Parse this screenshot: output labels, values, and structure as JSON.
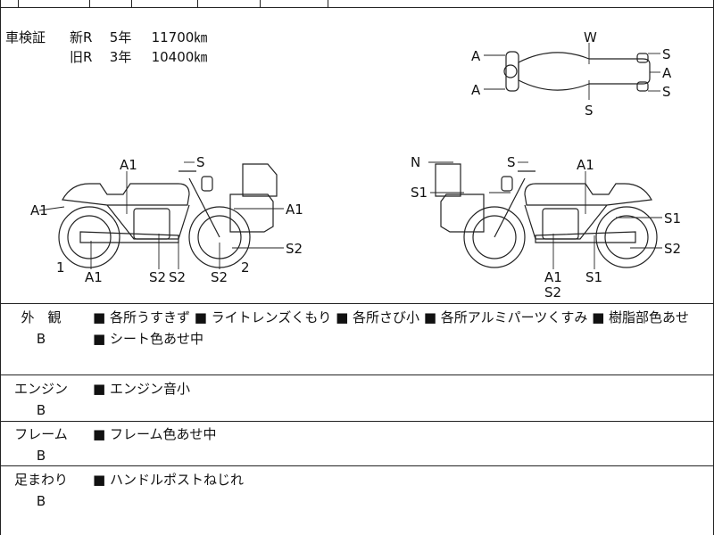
{
  "inspection": {
    "label": "車検証",
    "rows": [
      {
        "kind": "新R",
        "years": "5年",
        "km": "11700㎞"
      },
      {
        "kind": "旧R",
        "years": "3年",
        "km": "10400㎞"
      }
    ]
  },
  "diagram_labels": {
    "top_view": [
      "W",
      "A",
      "A",
      "S",
      "A",
      "S",
      "S"
    ],
    "left_side": [
      "A1",
      "S",
      "A1",
      "A1",
      "S2",
      "1",
      "A1",
      "S2",
      "S2",
      "2",
      "S2"
    ],
    "right_side": [
      "N",
      "S",
      "A1",
      "S1",
      "S1",
      "S2",
      "A1",
      "S2",
      "S1"
    ]
  },
  "sections": [
    {
      "title": "外　観",
      "grade": "B",
      "text": "■ 各所うすきず ■ ライトレンズくもり ■ 各所さび小 ■ 各所アルミパーツくすみ ■ 樹脂部色あせ ■ シート色あせ中"
    },
    {
      "title": "エンジン",
      "grade": "B",
      "text": "■ エンジン音小"
    },
    {
      "title": "フレーム",
      "grade": "B",
      "text": "■ フレーム色あせ中"
    },
    {
      "title": "足まわり",
      "grade": "B",
      "text": "■ ハンドルポストねじれ"
    }
  ]
}
